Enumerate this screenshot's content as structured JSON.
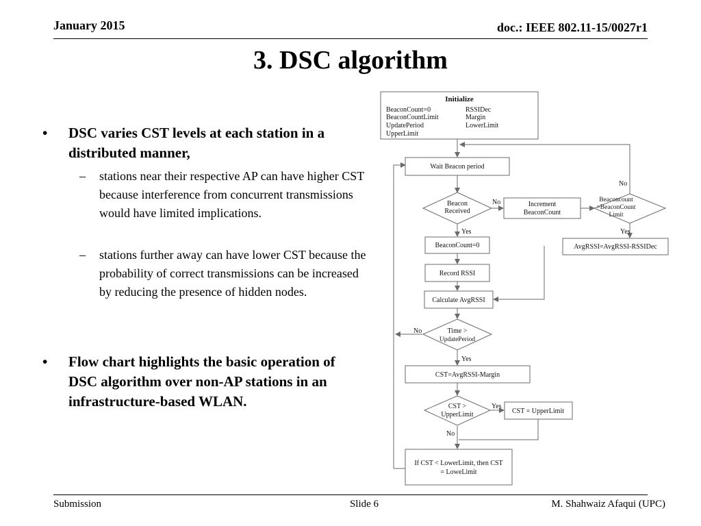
{
  "header": {
    "date": "January 2015",
    "doc_id": "doc.: IEEE 802.11-15/0027r1"
  },
  "title": "3. DSC algorithm",
  "bullets": [
    {
      "text": "DSC varies CST levels at each station in a distributed manner,",
      "subitems": [
        "stations near  their respective AP can have higher CST because interference from concurrent transmissions would have limited implications.",
        "stations further away can have lower CST because the probability of correct transmissions can be increased by reducing the presence of hidden nodes."
      ]
    },
    {
      "text": "Flow chart highlights the basic operation of DSC algorithm over non-AP stations in an infrastructure-based WLAN.",
      "subitems": []
    }
  ],
  "flowchart": {
    "initialize": {
      "title": "Initialize",
      "left": [
        "BeaconCount=0",
        "BeaconCountLimit",
        "UpdatePeriod",
        "UpperLimit"
      ],
      "right": [
        "RSSIDec",
        "Margin",
        "LowerLimit"
      ]
    },
    "wait": "Wait Beacon period",
    "beacon_received": [
      "Beacon",
      "Received"
    ],
    "increment": [
      "Increment",
      "BeaconCount"
    ],
    "beacon_limit": [
      "Beaconcount",
      ">BeaconCount",
      "Limit"
    ],
    "reset_count": "BeaconCount=0",
    "avg_dec": "AvgRSSI=AvgRSSI-RSSIDec",
    "record": "Record RSSI",
    "calc": "Calculate AvgRSSI",
    "time_check": [
      "Time >",
      "UpdatePeriod"
    ],
    "cst_set": "CST=AvgRSSI-Margin",
    "cst_check": [
      "CST >",
      "UpperLimit"
    ],
    "cst_upper": "CST = UpperLimit",
    "cst_lower": [
      "If CST < LowerLimit, then CST",
      "= LoweLimit"
    ],
    "labels": {
      "no": "No",
      "yes": "Yes"
    }
  },
  "footer": {
    "left": "Submission",
    "center": "Slide 6",
    "right": "M. Shahwaiz Afaqui (UPC)"
  }
}
